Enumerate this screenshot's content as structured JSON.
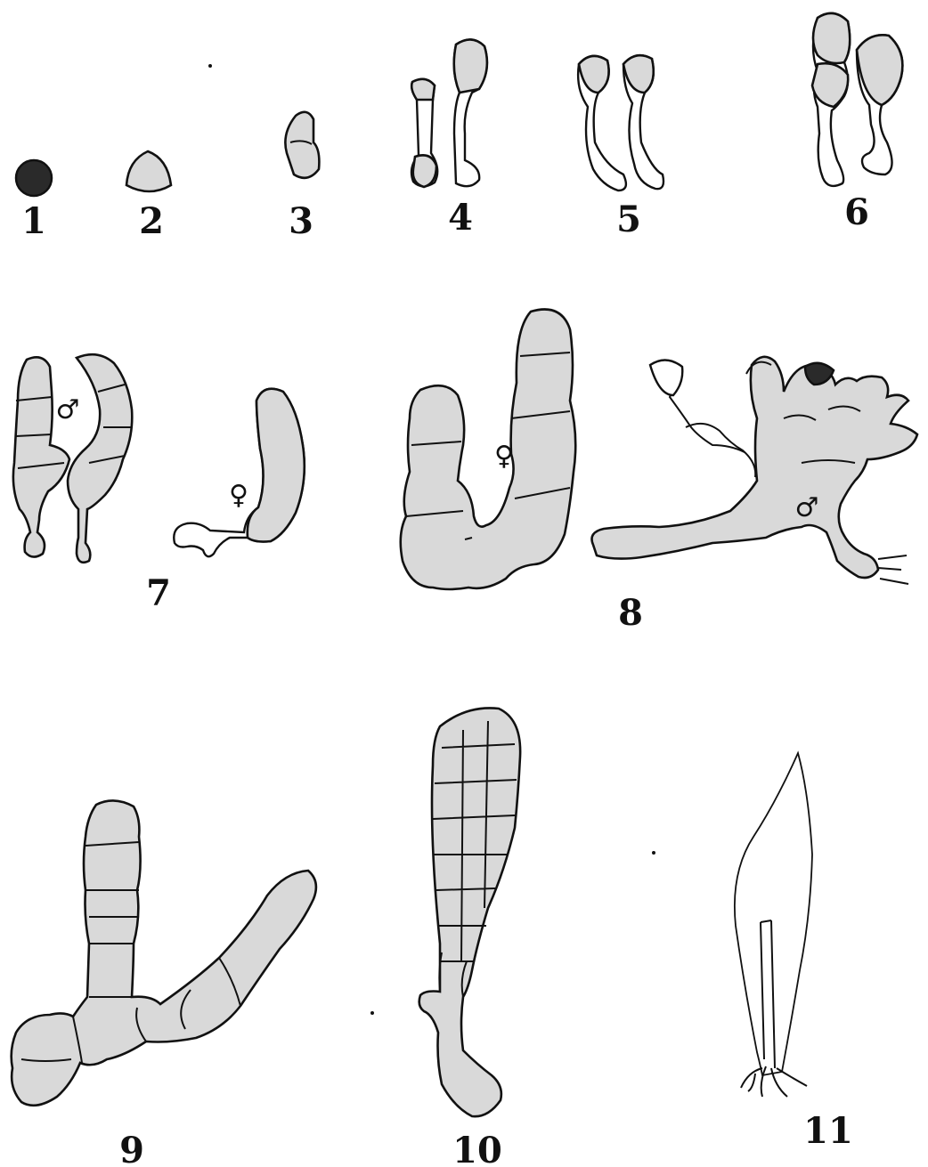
{
  "figures": [
    {
      "id": "fig-1",
      "number": "1"
    },
    {
      "id": "fig-2",
      "number": "2"
    },
    {
      "id": "fig-3",
      "number": "3"
    },
    {
      "id": "fig-4",
      "number": "4"
    },
    {
      "id": "fig-5",
      "number": "5"
    },
    {
      "id": "fig-6",
      "number": "6"
    },
    {
      "id": "fig-7",
      "number": "7",
      "symbols": [
        "♂",
        "♀"
      ]
    },
    {
      "id": "fig-8",
      "number": "8",
      "symbols": [
        "♀",
        "♂"
      ]
    },
    {
      "id": "fig-9",
      "number": "9"
    },
    {
      "id": "fig-10",
      "number": "10"
    },
    {
      "id": "fig-11",
      "number": "11"
    }
  ]
}
